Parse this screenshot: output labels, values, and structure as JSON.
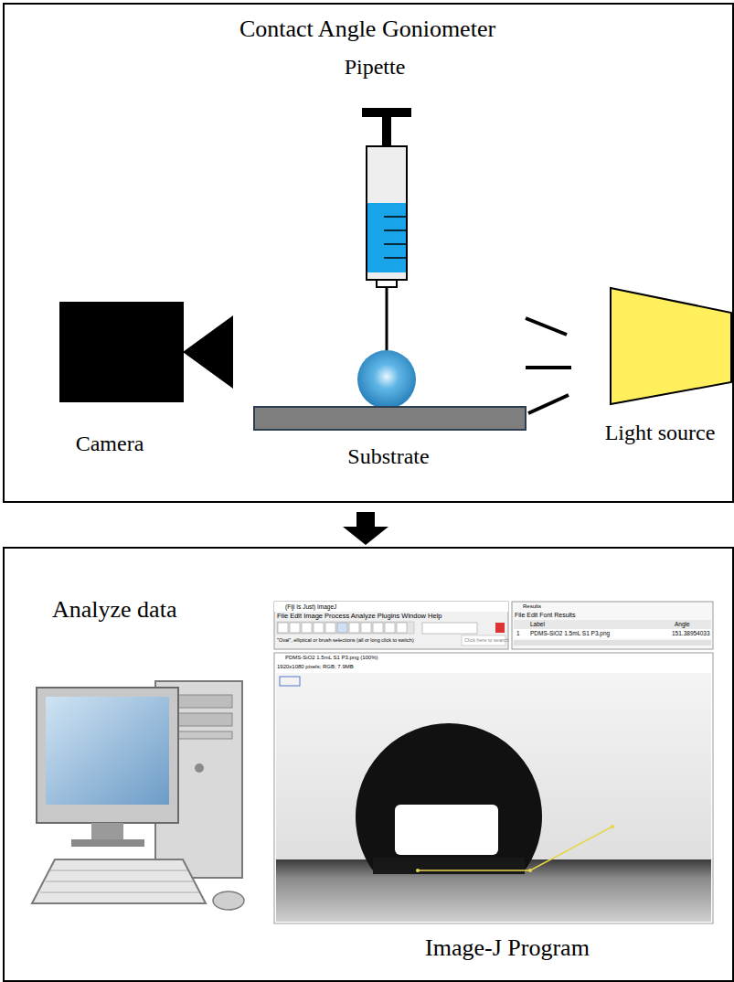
{
  "diagram": {
    "nodes": [
      {
        "text": [
          "Contact Angle Goniometer"
        ]
      },
      {
        "text": [
          "Analyze data"
        ]
      }
    ],
    "edges": [
      {
        "from": 0,
        "to": 1,
        "arrow": "to"
      }
    ],
    "labels": [
      "Pipette",
      "Camera",
      "Substrate",
      "Light source",
      "Image-J Program",
      "(Fiji Is Just) ImageJ",
      "File Edit Image Process Analyze Plugins Window Help",
      "\"Oval\", elliptical or brush selections (all or long click to switch)",
      "Click here to search",
      "Results",
      "File Edit Font Results",
      "Label",
      "Angle",
      "1",
      "PDMS-SiO2 1.5mL S1 P3.png",
      "151.38954033",
      "PDMS-SiO2 1.5mL S1 P3.png (100%)",
      "1920x1080 pixels; RGB; 7.9MB"
    ]
  }
}
